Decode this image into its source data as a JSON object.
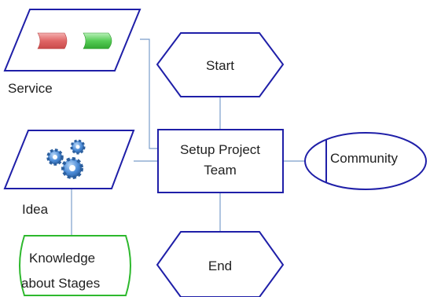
{
  "nodes": {
    "service": {
      "label": "Service"
    },
    "idea": {
      "label": "Idea"
    },
    "start": {
      "label": "Start"
    },
    "setup": {
      "line1": "Setup Project",
      "line2": "Team"
    },
    "community": {
      "label": "Community"
    },
    "end": {
      "label": "End"
    },
    "knowledge": {
      "line1": "Knowledge",
      "line2": "about Stages"
    }
  },
  "icons": {
    "service": "connector-pieces-icon",
    "idea": "gears-icon"
  },
  "colors": {
    "shape_stroke": "#1f1fa8",
    "connector": "#7a9ecb",
    "knowledge_stroke": "#2db82d",
    "gear_fill": "#3f7fcf",
    "piece_red": "#e06666",
    "piece_green": "#55cc55"
  }
}
